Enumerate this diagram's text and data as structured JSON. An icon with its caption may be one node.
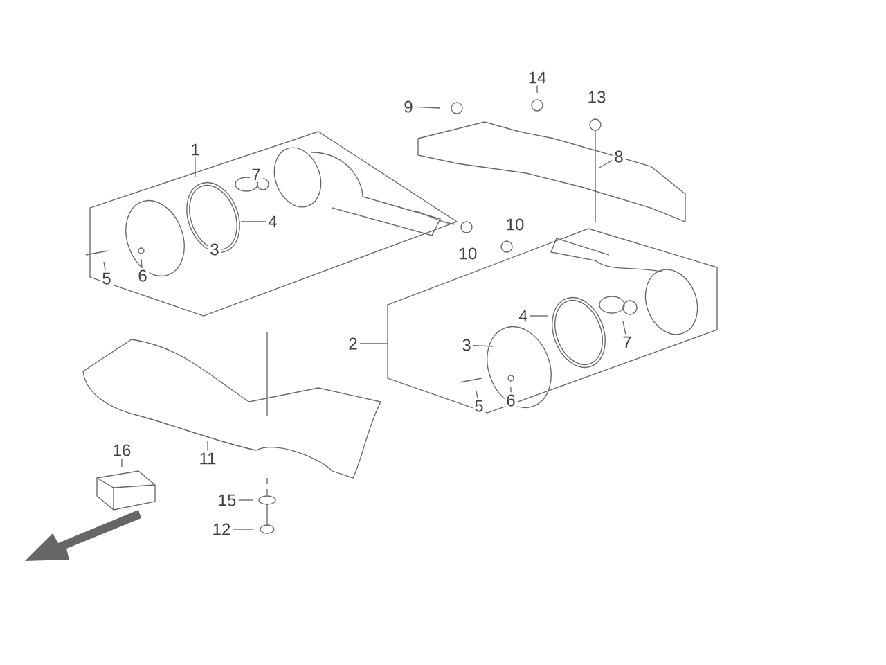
{
  "diagram": {
    "nodes": [
      {
        "text": [
          "14"
        ]
      },
      {
        "text": [
          "9"
        ]
      },
      {
        "text": [
          "1"
        ]
      },
      {
        "text": [
          "8"
        ]
      },
      {
        "text": [
          "4"
        ]
      },
      {
        "text": [
          "6"
        ]
      },
      {
        "text": [
          "5"
        ]
      },
      {
        "text": [
          "4"
        ]
      },
      {
        "text": [
          "2"
        ]
      },
      {
        "text": [
          "3"
        ]
      },
      {
        "text": [
          "7"
        ]
      },
      {
        "text": [
          "6"
        ]
      },
      {
        "text": [
          "5"
        ]
      },
      {
        "text": [
          "16"
        ]
      },
      {
        "text": [
          "11"
        ]
      },
      {
        "text": [
          "15"
        ]
      },
      {
        "text": [
          "12"
        ]
      }
    ],
    "edges": [
      {
        "from": 0,
        "to": null,
        "arrow": "none"
      },
      {
        "from": 1,
        "to": null,
        "arrow": "none"
      },
      {
        "from": 2,
        "to": null,
        "arrow": "none"
      },
      {
        "from": 3,
        "to": null,
        "arrow": "none"
      },
      {
        "from": 4,
        "to": null,
        "arrow": "none"
      },
      {
        "from": 5,
        "to": null,
        "arrow": "none"
      },
      {
        "from": 6,
        "to": null,
        "arrow": "none"
      },
      {
        "from": 7,
        "to": null,
        "arrow": "none"
      },
      {
        "from": 8,
        "to": null,
        "arrow": "none"
      },
      {
        "from": 9,
        "to": null,
        "arrow": "none"
      },
      {
        "from": 10,
        "to": null,
        "arrow": "none"
      },
      {
        "from": 11,
        "to": null,
        "arrow": "none"
      },
      {
        "from": 12,
        "to": null,
        "arrow": "none"
      },
      {
        "from": 13,
        "to": null,
        "arrow": "none"
      },
      {
        "from": 14,
        "to": null,
        "arrow": "none"
      },
      {
        "from": 15,
        "to": null,
        "arrow": "none"
      },
      {
        "from": 16,
        "to": null,
        "arrow": "none"
      }
    ],
    "labels": [
      "13",
      "7",
      "10",
      "3",
      "10"
    ]
  }
}
